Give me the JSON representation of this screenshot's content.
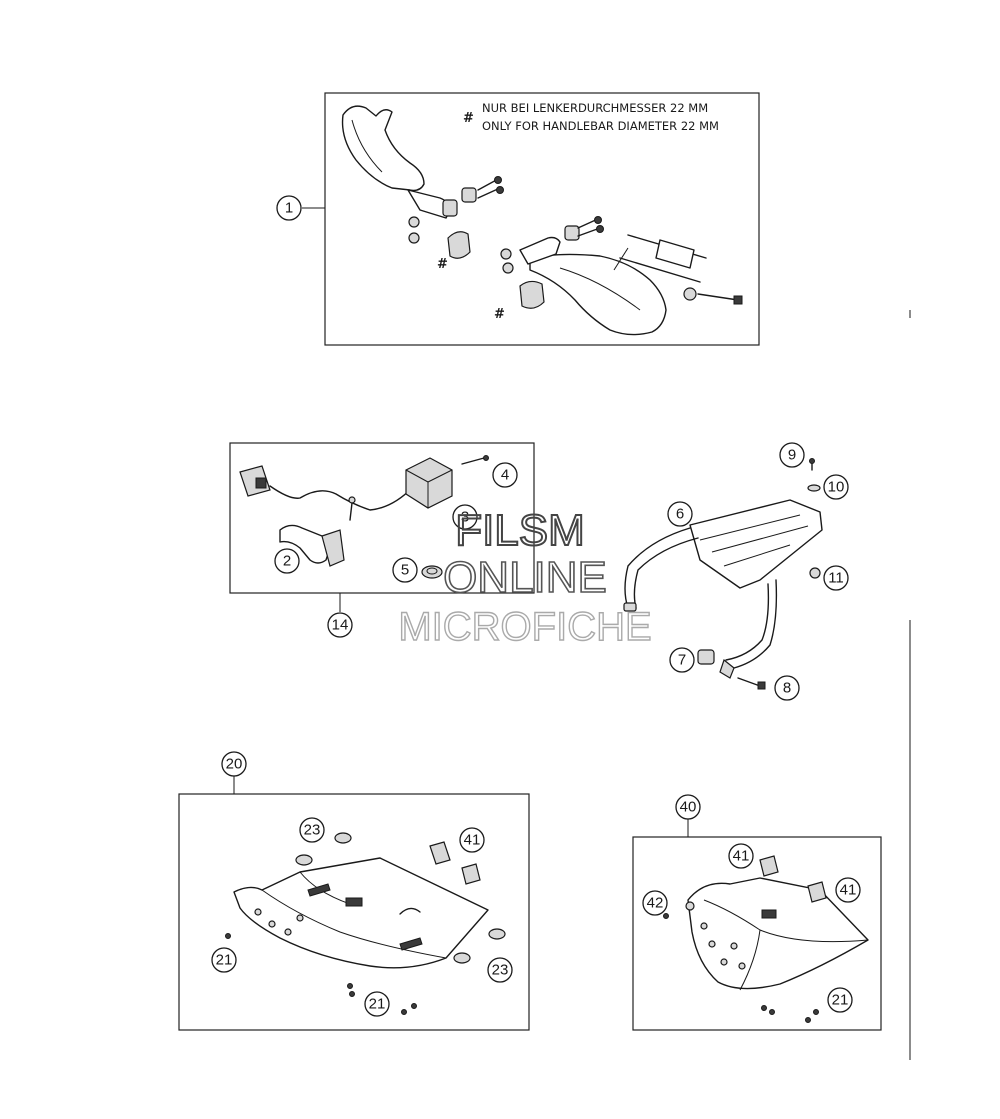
{
  "note": {
    "hash_symbol": "#",
    "line1": "NUR BEI LENKERDURCHMESSER 22 MM",
    "line2": "ONLY FOR HANDLEBAR DIAMETER 22 MM"
  },
  "callouts": {
    "c1": "1",
    "c2": "2",
    "c3": "3",
    "c4": "4",
    "c5": "5",
    "c6": "6",
    "c7": "7",
    "c8": "8",
    "c9": "9",
    "c10": "10",
    "c11": "11",
    "c14": "14",
    "c20": "20",
    "c21a": "21",
    "c21b": "21",
    "c21c": "21",
    "c23a": "23",
    "c23b": "23",
    "c40": "40",
    "c41a": "41",
    "c41b": "41",
    "c41c": "41",
    "c42": "42"
  },
  "hash_marks": {
    "h1": "#",
    "h2": "#"
  },
  "watermark": {
    "line1": "FILSM",
    "line2": "ONLINE",
    "line3": "MICROFICHE"
  }
}
